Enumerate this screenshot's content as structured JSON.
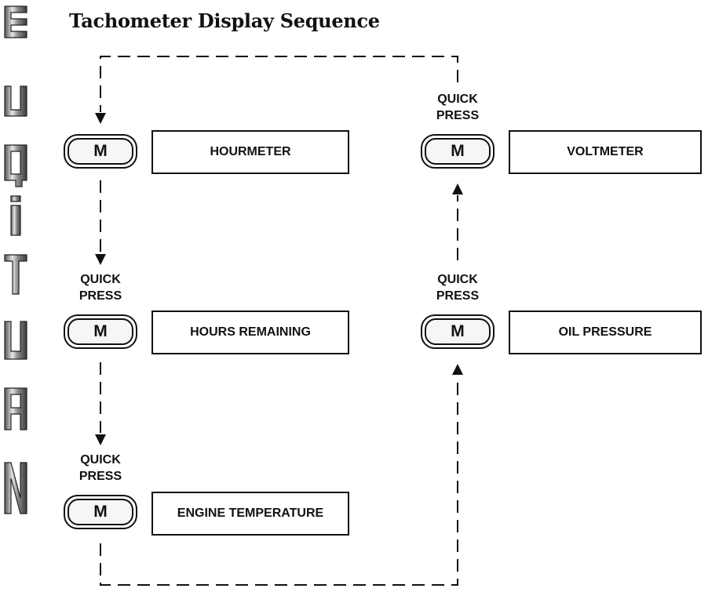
{
  "title": "Tachometer Display Sequence",
  "brand": {
    "logo_text": "NAUTIQUE"
  },
  "button_label": "M",
  "press_label": {
    "line1": "QUICK",
    "line2": "PRESS"
  },
  "steps": [
    {
      "display": "HOURMETER"
    },
    {
      "display": "HOURS REMAINING"
    },
    {
      "display": "ENGINE TEMPERATURE"
    },
    {
      "display": "OIL PRESSURE"
    },
    {
      "display": "VOLTMETER"
    }
  ]
}
